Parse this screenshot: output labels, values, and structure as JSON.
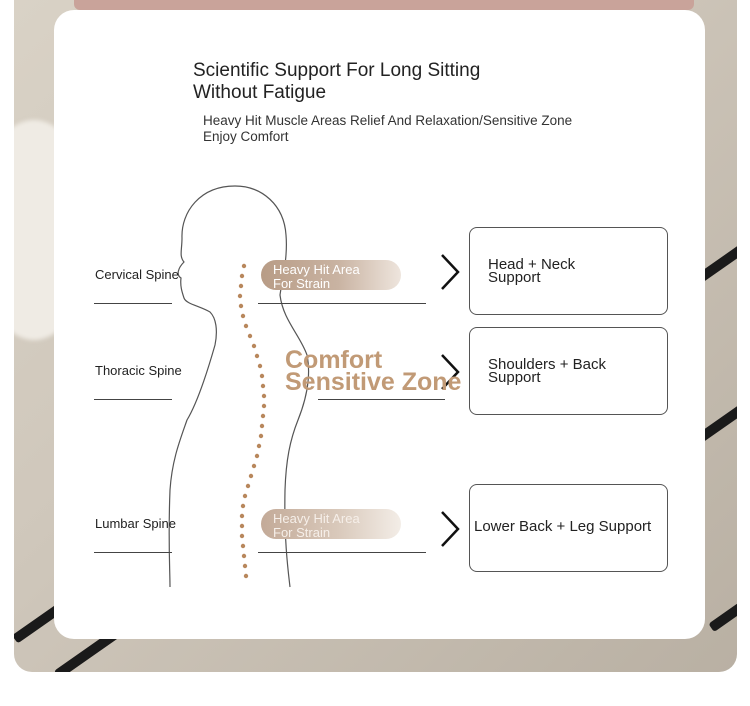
{
  "header": {
    "title_line1": "Scientific Support For Long Sitting",
    "title_line2": "Without Fatigue",
    "subtitle": "Heavy Hit Muscle Areas Relief And Relaxation/Sensitive Zone Enjoy Comfort"
  },
  "spine_labels": {
    "cervical": "Cervical Spine",
    "thoracic": "Thoracic Spine",
    "lumbar": "Lumbar Spine"
  },
  "badges": {
    "top_line1": "Heavy Hit Area",
    "top_line2": "For Strain",
    "bottom_line1": "Heavy Hit Area",
    "bottom_line2": "For Strain"
  },
  "comfort": {
    "line1": "Comfort",
    "line2": "Sensitive Zone"
  },
  "supports": {
    "head_line1": "Head + Neck",
    "head_line2": "Support",
    "shoulders_line1": "Shoulders + Back",
    "shoulders_line2": "Support",
    "lower": "Lower Back + Leg Support"
  },
  "colors": {
    "accent": "#c19a76",
    "spine_dots": "#b8875c"
  }
}
